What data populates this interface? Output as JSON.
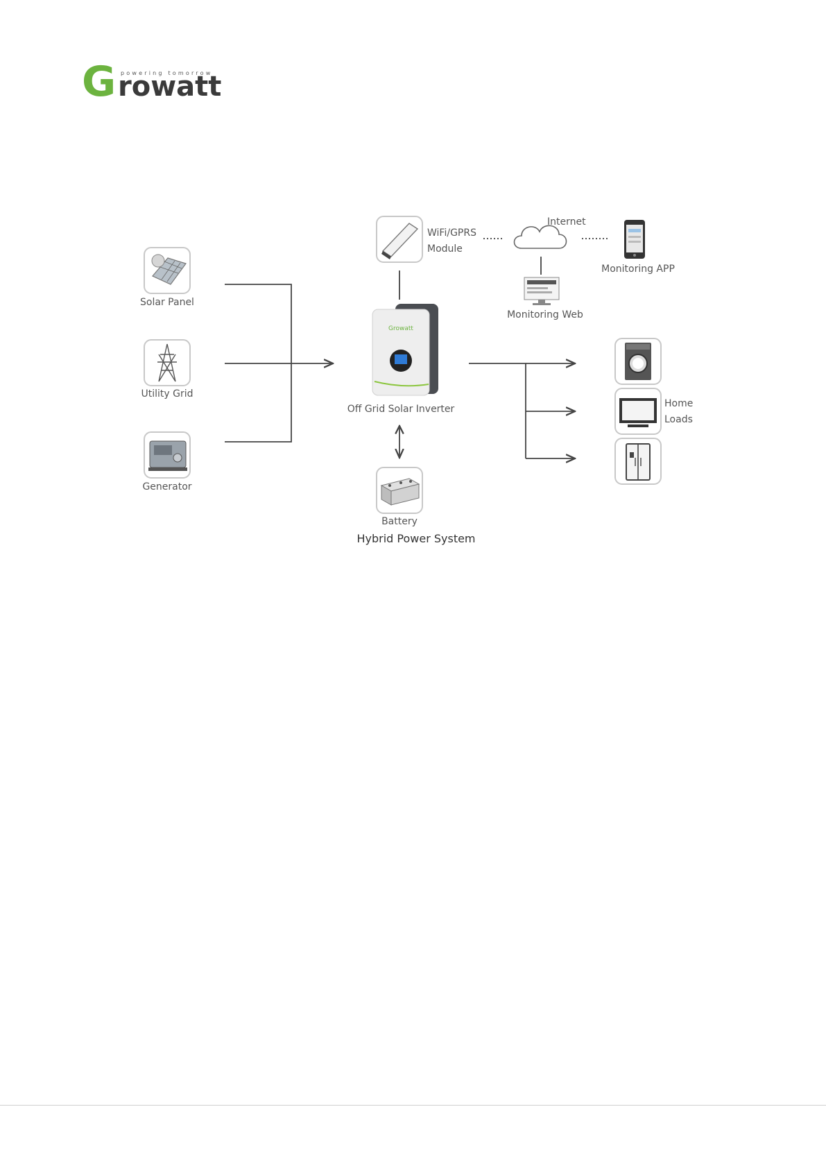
{
  "logo": {
    "letter": "G",
    "word": "rowatt",
    "tagline": "powering tomorrow",
    "brand_color": "#6cb33f",
    "dark_color": "#3a3a3a"
  },
  "sources": [
    {
      "label": "Solar Panel",
      "icon": "solar-panel-icon"
    },
    {
      "label": "Utility Grid",
      "icon": "power-tower-icon"
    },
    {
      "label": "Generator",
      "icon": "generator-icon"
    }
  ],
  "inverter": {
    "label": "Off Grid Solar Inverter",
    "brand": "Growatt",
    "icon": "inverter-icon"
  },
  "wifi": {
    "line1": "WiFi/GPRS",
    "line2": "Module",
    "icon": "wifi-module-icon"
  },
  "internet": {
    "label": "Internet",
    "icon": "cloud-icon"
  },
  "monitoring_app": {
    "label": "Monitoring APP",
    "icon": "phone-icon"
  },
  "monitoring_web": {
    "label": "Monitoring Web",
    "icon": "monitor-icon"
  },
  "battery": {
    "label": "Battery",
    "icon": "battery-icon"
  },
  "home_loads": {
    "line1": "Home",
    "line2": "Loads",
    "icons": [
      "washing-machine-icon",
      "tv-icon",
      "fridge-icon"
    ]
  },
  "caption": "Hybrid Power System"
}
